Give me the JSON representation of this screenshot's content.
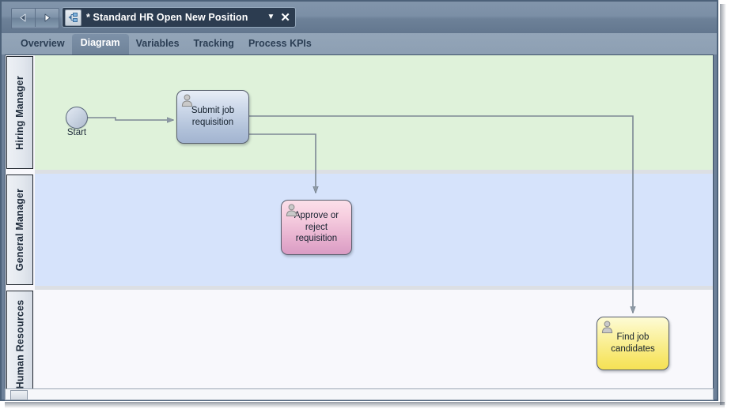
{
  "window": {
    "nav_back_icon": "triangle-left-icon",
    "nav_forward_icon": "triangle-right-icon",
    "tab_chip": {
      "icon": "process-diagram-icon",
      "title": "* Standard HR Open New Position",
      "caret": "▼",
      "close": "✕"
    }
  },
  "tabs": [
    {
      "label": "Overview",
      "active": false
    },
    {
      "label": "Diagram",
      "active": true
    },
    {
      "label": "Variables",
      "active": false
    },
    {
      "label": "Tracking",
      "active": false
    },
    {
      "label": "Process KPIs",
      "active": false
    }
  ],
  "diagram": {
    "lanes": [
      {
        "label": "Hiring Manager",
        "color": "#dff2da"
      },
      {
        "label": "General Manager",
        "color": "#d6e3fb"
      },
      {
        "label": "Human Resources",
        "color": "#f8f8fc"
      }
    ],
    "start_event": {
      "name": "start-event",
      "label": "Start"
    },
    "tasks": [
      {
        "id": "submit-job-requisition",
        "label": "Submit job\nrequisition",
        "type": "user-task",
        "lane": "Hiring Manager",
        "color": "#b2c2da"
      },
      {
        "id": "approve-or-reject-requisition",
        "label": "Approve or\nreject\nrequisition",
        "type": "user-task",
        "lane": "General Manager",
        "color": "#e3a9cb"
      },
      {
        "id": "find-job-candidates",
        "label": "Find job\ncandidates",
        "type": "user-task",
        "lane": "Human Resources",
        "color": "#f7e66a"
      }
    ],
    "connections": [
      {
        "from": "start-event",
        "to": "submit-job-requisition"
      },
      {
        "from": "submit-job-requisition",
        "to": "approve-or-reject-requisition"
      },
      {
        "from": "submit-job-requisition",
        "to": "find-job-candidates",
        "default": true
      }
    ]
  },
  "scrollbar": {
    "name": "horizontal-scrollbar"
  }
}
